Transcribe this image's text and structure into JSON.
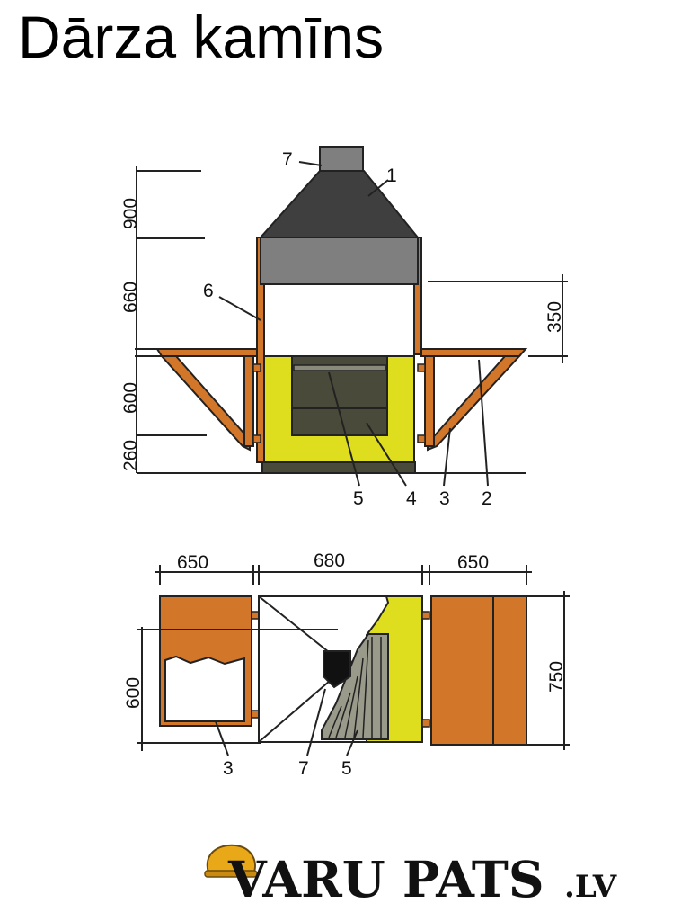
{
  "title": "Dārza kamīns",
  "front_view": {
    "dimensions": {
      "left": [
        "900",
        "660",
        "600",
        "260"
      ],
      "right": "350"
    },
    "callouts": [
      "1",
      "2",
      "3",
      "4",
      "5",
      "6",
      "7"
    ]
  },
  "plan_view": {
    "dimensions": {
      "top": [
        "650",
        "680",
        "650"
      ],
      "left": "600",
      "right": "750"
    },
    "callouts": [
      "3",
      "7",
      "5"
    ]
  },
  "colors": {
    "brick": "#d2762a",
    "yellow": "#dede1f",
    "dark": "#4a4a3a",
    "hood_dark": "#3f3f3f",
    "hood_mid": "#7f7f7f",
    "grey": "#888888"
  },
  "logo": {
    "text_main": "VARU PATS",
    "text_domain": ".LV",
    "icon": "helmet-icon"
  }
}
